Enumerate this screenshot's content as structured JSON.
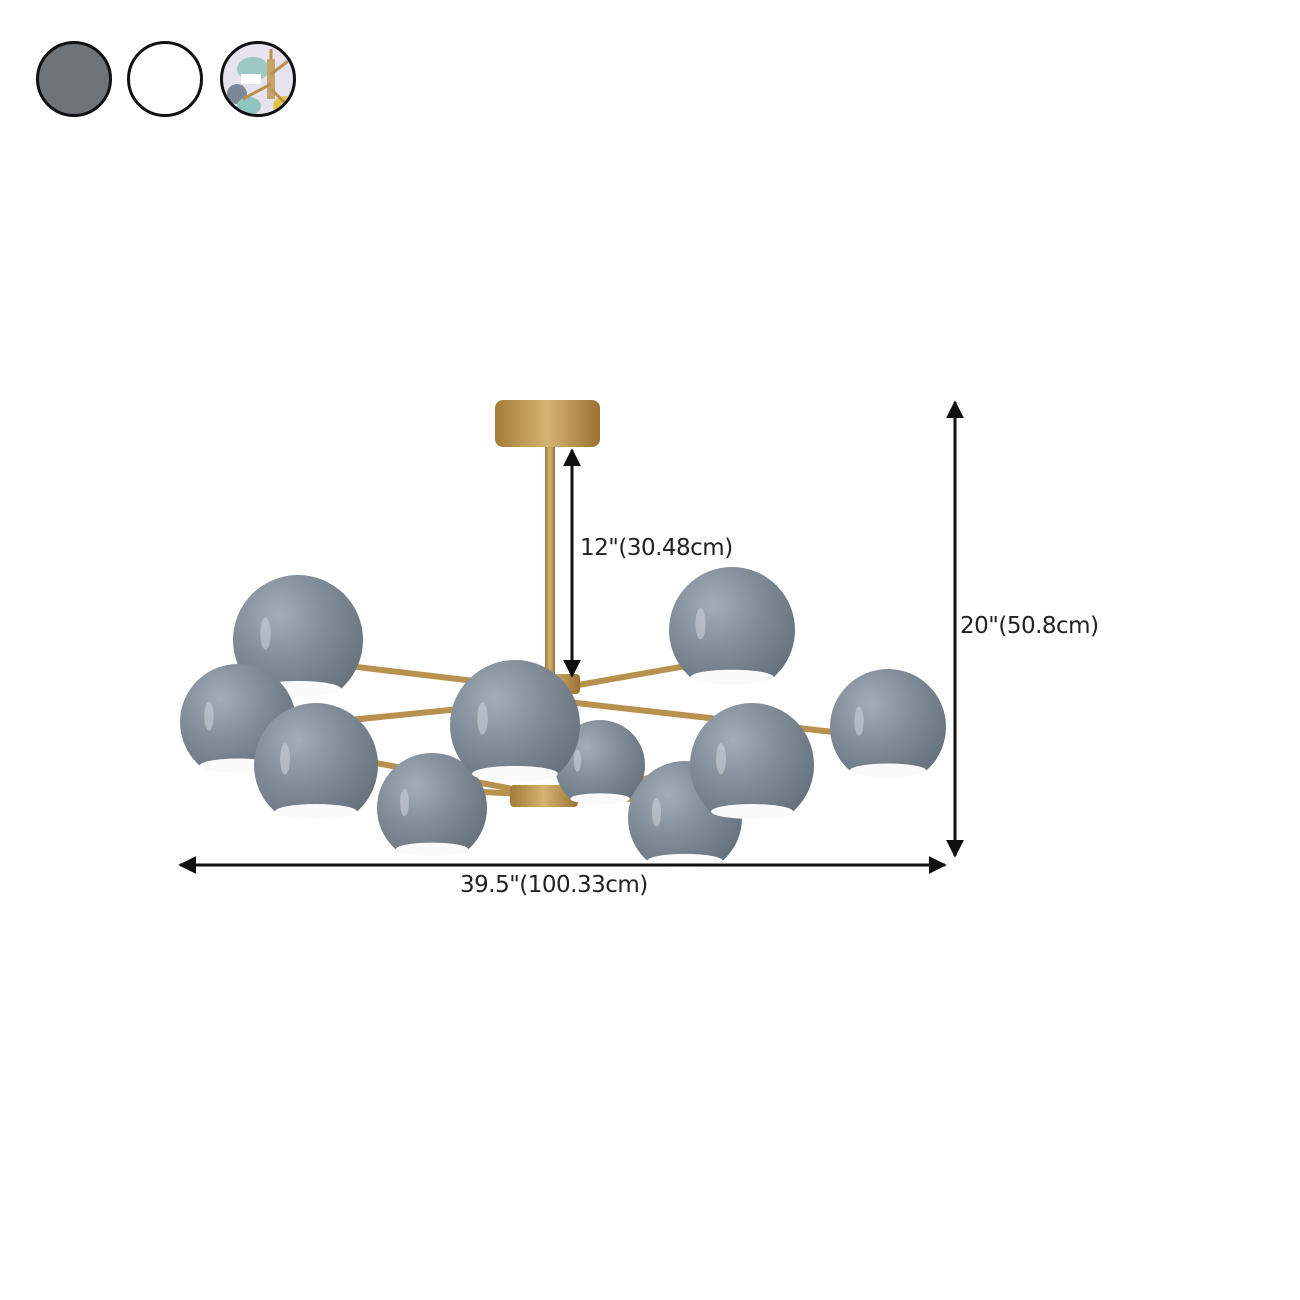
{
  "swatches": [
    {
      "name": "Grey",
      "color": "#6e7378"
    },
    {
      "name": "White",
      "color": "#ffffff"
    },
    {
      "name": "Multi-color",
      "color": "#9cc9c4"
    }
  ],
  "product": {
    "shade_color": "#7f8b97",
    "metal_color": "#b8914e",
    "shade_count": 10
  },
  "dimensions": {
    "rod_length": "12\"(30.48cm)",
    "height": "20\"(50.8cm)",
    "width": "39.5\"(100.33cm)"
  }
}
